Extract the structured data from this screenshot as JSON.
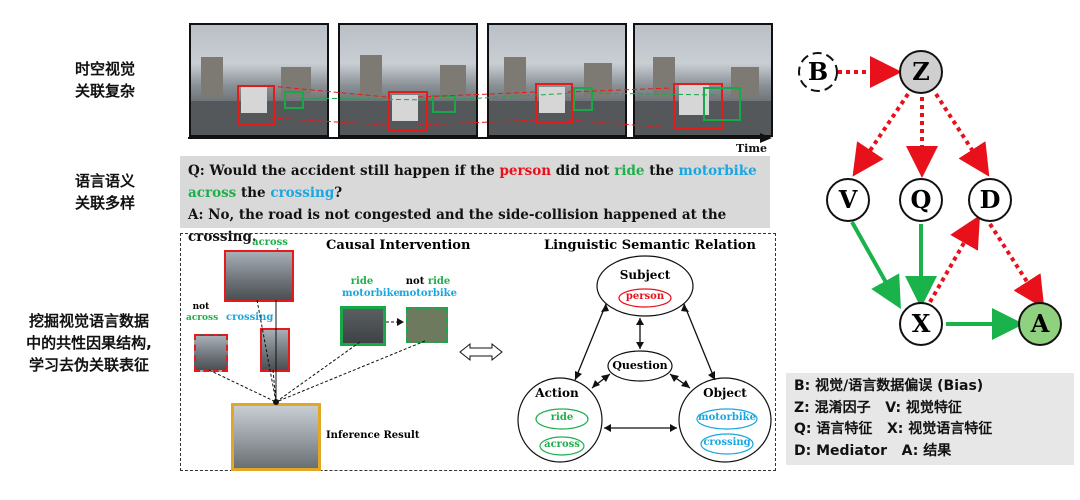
{
  "left_labels": {
    "row1_line1": "时空视觉",
    "row1_line2": "关联复杂",
    "row2_line1": "语言语义",
    "row2_line2": "关联多样",
    "row3_line1": "挖掘视觉语言数据",
    "row3_line2": "中的共性因果结构,",
    "row3_line3": "学习去伪关联表征"
  },
  "timeline": {
    "label": "Time"
  },
  "qa": {
    "q_prefix": "Q: Would the accident still happen if the ",
    "q_person": "person",
    "q_mid1": " did not ",
    "q_ride": "ride",
    "q_mid2": " the ",
    "q_motorbike": "motorbike",
    "q_across": "across",
    "q_mid3": " the ",
    "q_crossing": "crossing",
    "q_end": "?",
    "answer": "A: No, the road is not congested and the side-collision happened at the crossing."
  },
  "causal": {
    "title": "Causal Intervention",
    "across_crossing_1": "across",
    "across_crossing_2": "crossing",
    "ride": "ride",
    "motorbike": "motorbike",
    "not_ride_not": "not",
    "not_ride_ride": "ride",
    "not_motorbike": "motorbike",
    "not_across_1": "not",
    "not_across_2": "across",
    "crossing": "crossing",
    "inference": "Inference Result"
  },
  "linguistic": {
    "title": "Linguistic Semantic Relation",
    "subject": "Subject",
    "person": "person",
    "question": "Question",
    "action": "Action",
    "ride": "ride",
    "across": "across",
    "object": "Object",
    "motorbike": "motorbike",
    "crossing": "crossing"
  },
  "graph": {
    "B": "B",
    "Z": "Z",
    "V": "V",
    "Q": "Q",
    "D": "D",
    "X": "X",
    "A": "A"
  },
  "legend": {
    "line1": "B: 视觉/语言数据偏误 (Bias)",
    "line2": "Z: 混淆因子   V: 视觉特征",
    "line3": "Q: 语言特征   X: 视觉语言特征",
    "line4": "D: Mediator   A: 结果"
  },
  "colors": {
    "red": "#e8111b",
    "green": "#1fae4b",
    "blue": "#1aa6e0",
    "graph_green": "#19b24b",
    "z_fill": "#cfcfcf",
    "a_fill": "#8fd17e"
  }
}
